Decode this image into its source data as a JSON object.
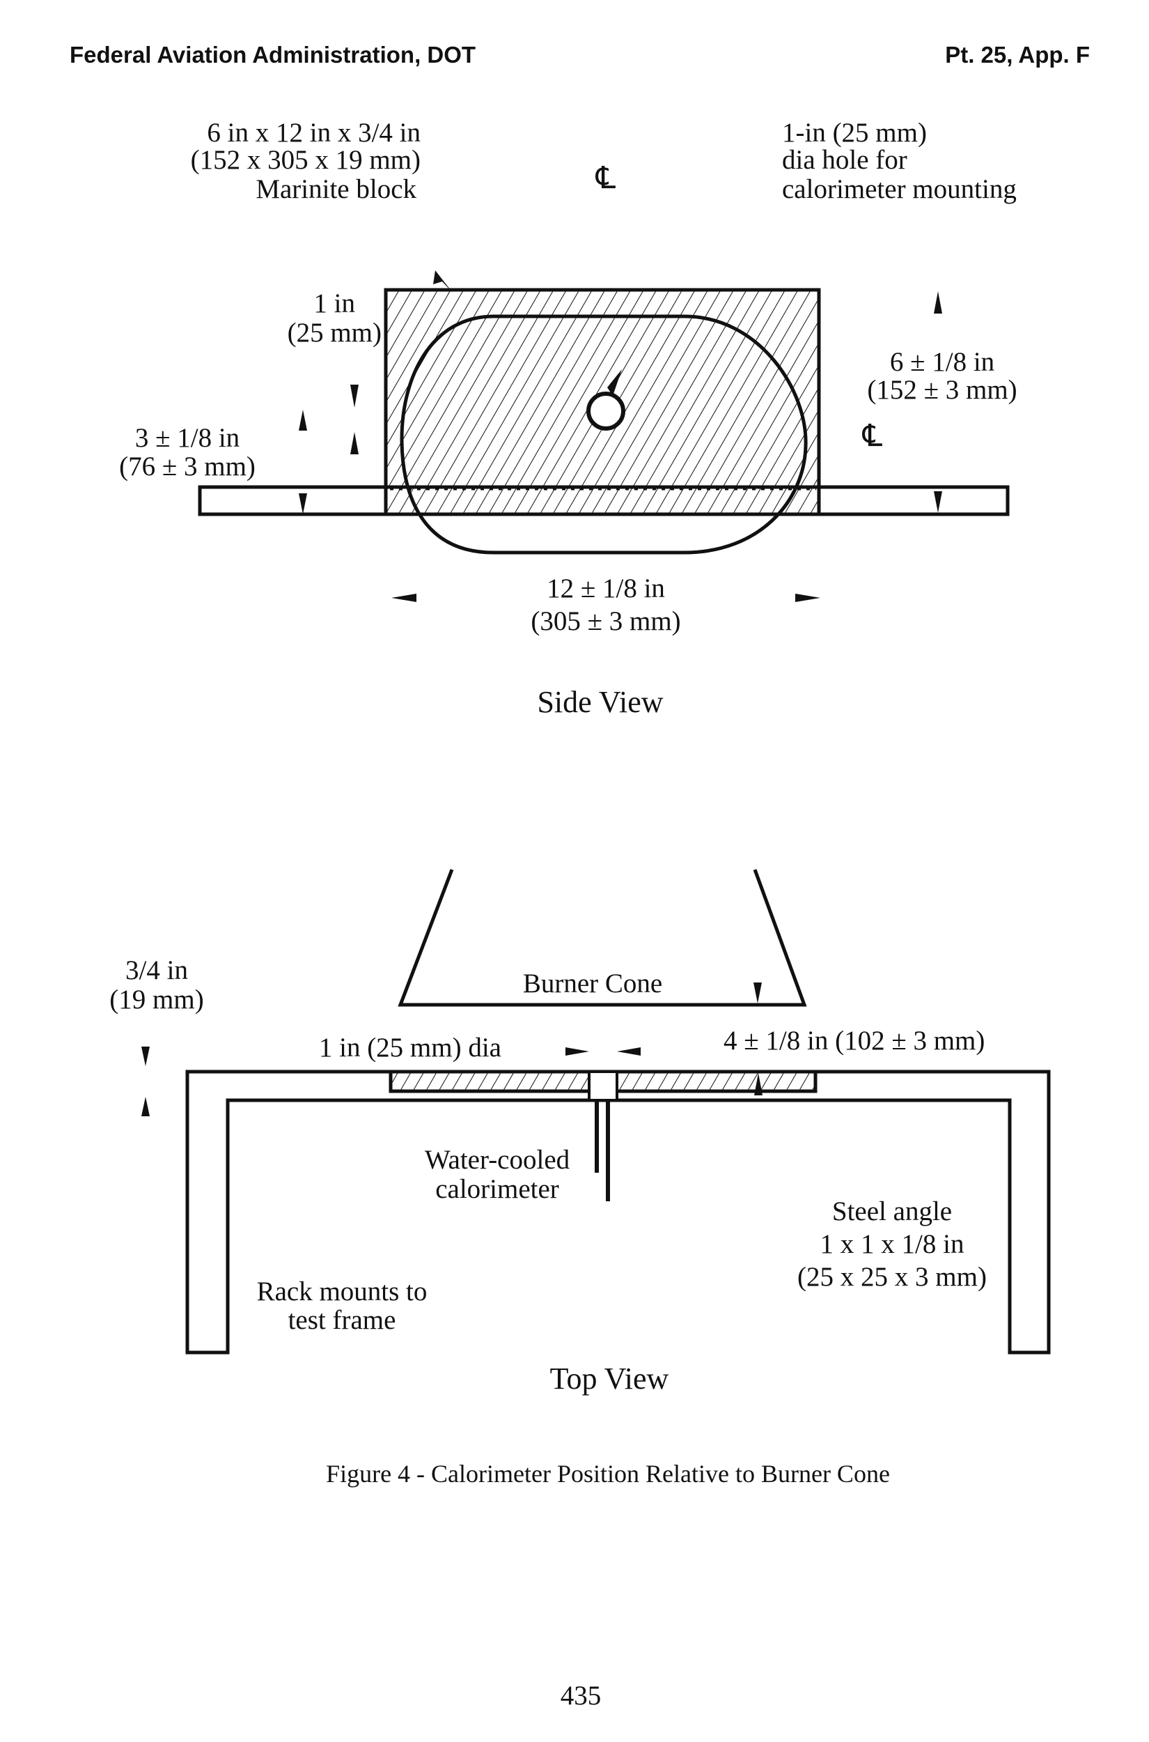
{
  "header": {
    "left": "Federal Aviation Administration, DOT",
    "right": "Pt. 25, App. F"
  },
  "side_view": {
    "block_label": [
      "6 in x 12 in x 3/4 in",
      "(152 x 305 x 19 mm)",
      "Marinite block"
    ],
    "hole_label": [
      "1-in (25 mm)",
      "dia hole for",
      "calorimeter mounting"
    ],
    "centerline_symbol": "℄",
    "dim_1in": [
      "1 in",
      "(25 mm)"
    ],
    "dim_3in": [
      "3 ± 1/8 in",
      "(76 ± 3 mm)"
    ],
    "dim_6in": [
      "6 ± 1/8 in",
      "(152 ± 3 mm)"
    ],
    "dim_12in": [
      "12 ± 1/8 in",
      "(305 ± 3 mm)"
    ],
    "title": "Side View"
  },
  "top_view": {
    "burner_cone": "Burner Cone",
    "dim_3_4in": [
      "3/4 in",
      "(19 mm)"
    ],
    "dim_dia": "1 in (25 mm) dia",
    "dim_4in": "4 ± 1/8 in (102 ± 3 mm)",
    "calorimeter": [
      "Water-cooled",
      "calorimeter"
    ],
    "steel_angle": [
      "Steel angle",
      "1 x 1 x 1/8 in",
      "(25 x 25 x 3 mm)"
    ],
    "rack": [
      "Rack mounts to",
      "test frame"
    ],
    "title": "Top View"
  },
  "caption": "Figure 4 -  Calorimeter Position Relative to Burner Cone",
  "page_number": "435"
}
